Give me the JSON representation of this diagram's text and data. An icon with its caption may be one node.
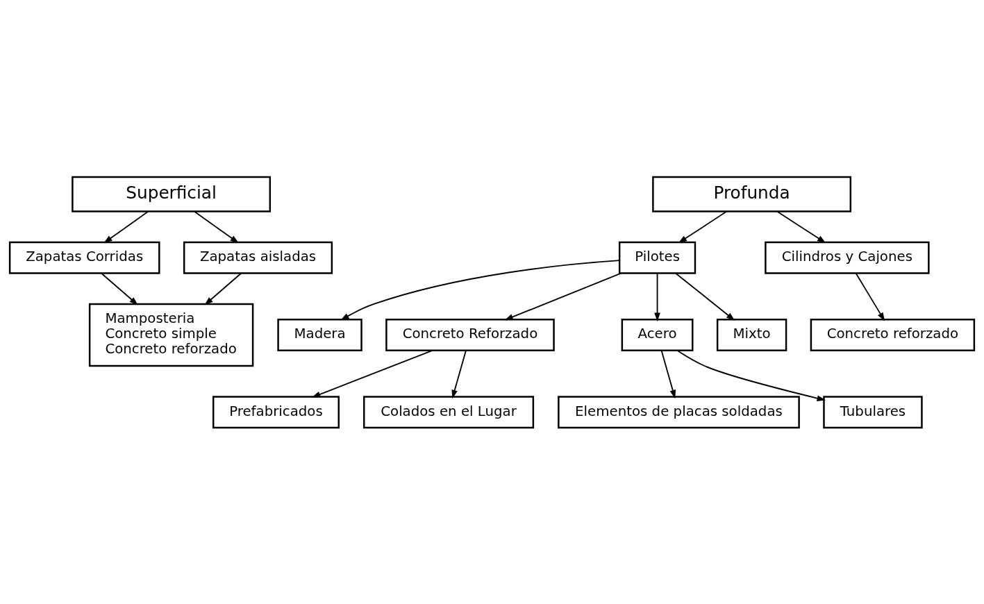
{
  "diagram": {
    "nodes": [
      {
        "text": [
          "Superficial"
        ]
      },
      {
        "text": [
          "Profunda"
        ]
      },
      {
        "text": [
          "Zapatas Corridas"
        ]
      },
      {
        "text": [
          "Zapatas aisladas"
        ]
      },
      {
        "text": [
          "Mamposteria",
          "Concreto simple",
          "Concreto reforzado"
        ]
      },
      {
        "text": [
          "Pilotes"
        ]
      },
      {
        "text": [
          "Cilindros y Cajones"
        ]
      },
      {
        "text": [
          "Concreto reforzado"
        ]
      },
      {
        "text": [
          "Madera"
        ]
      },
      {
        "text": [
          "Concreto Reforzado"
        ]
      },
      {
        "text": [
          "Acero"
        ]
      },
      {
        "text": [
          "Mixto"
        ]
      },
      {
        "text": [
          "Prefabricados"
        ]
      },
      {
        "text": [
          "Colados en el Lugar"
        ]
      },
      {
        "text": [
          "Elementos de placas soldadas"
        ]
      },
      {
        "text": [
          "Tubulares"
        ]
      }
    ],
    "edges": [
      {
        "from": 0,
        "to": 2,
        "arrow": "to"
      },
      {
        "from": 0,
        "to": 3,
        "arrow": "to"
      },
      {
        "from": 2,
        "to": 4,
        "arrow": "to"
      },
      {
        "from": 3,
        "to": 4,
        "arrow": "to"
      },
      {
        "from": 1,
        "to": 5,
        "arrow": "to"
      },
      {
        "from": 1,
        "to": 6,
        "arrow": "to"
      },
      {
        "from": 6,
        "to": 7,
        "arrow": "to"
      },
      {
        "from": 5,
        "to": 8,
        "arrow": "to"
      },
      {
        "from": 5,
        "to": 9,
        "arrow": "to"
      },
      {
        "from": 5,
        "to": 10,
        "arrow": "to"
      },
      {
        "from": 5,
        "to": 11,
        "arrow": "to"
      },
      {
        "from": 9,
        "to": 12,
        "arrow": "to"
      },
      {
        "from": 9,
        "to": 13,
        "arrow": "to"
      },
      {
        "from": 10,
        "to": 14,
        "arrow": "to"
      },
      {
        "from": 10,
        "to": 15,
        "arrow": "to"
      }
    ]
  }
}
